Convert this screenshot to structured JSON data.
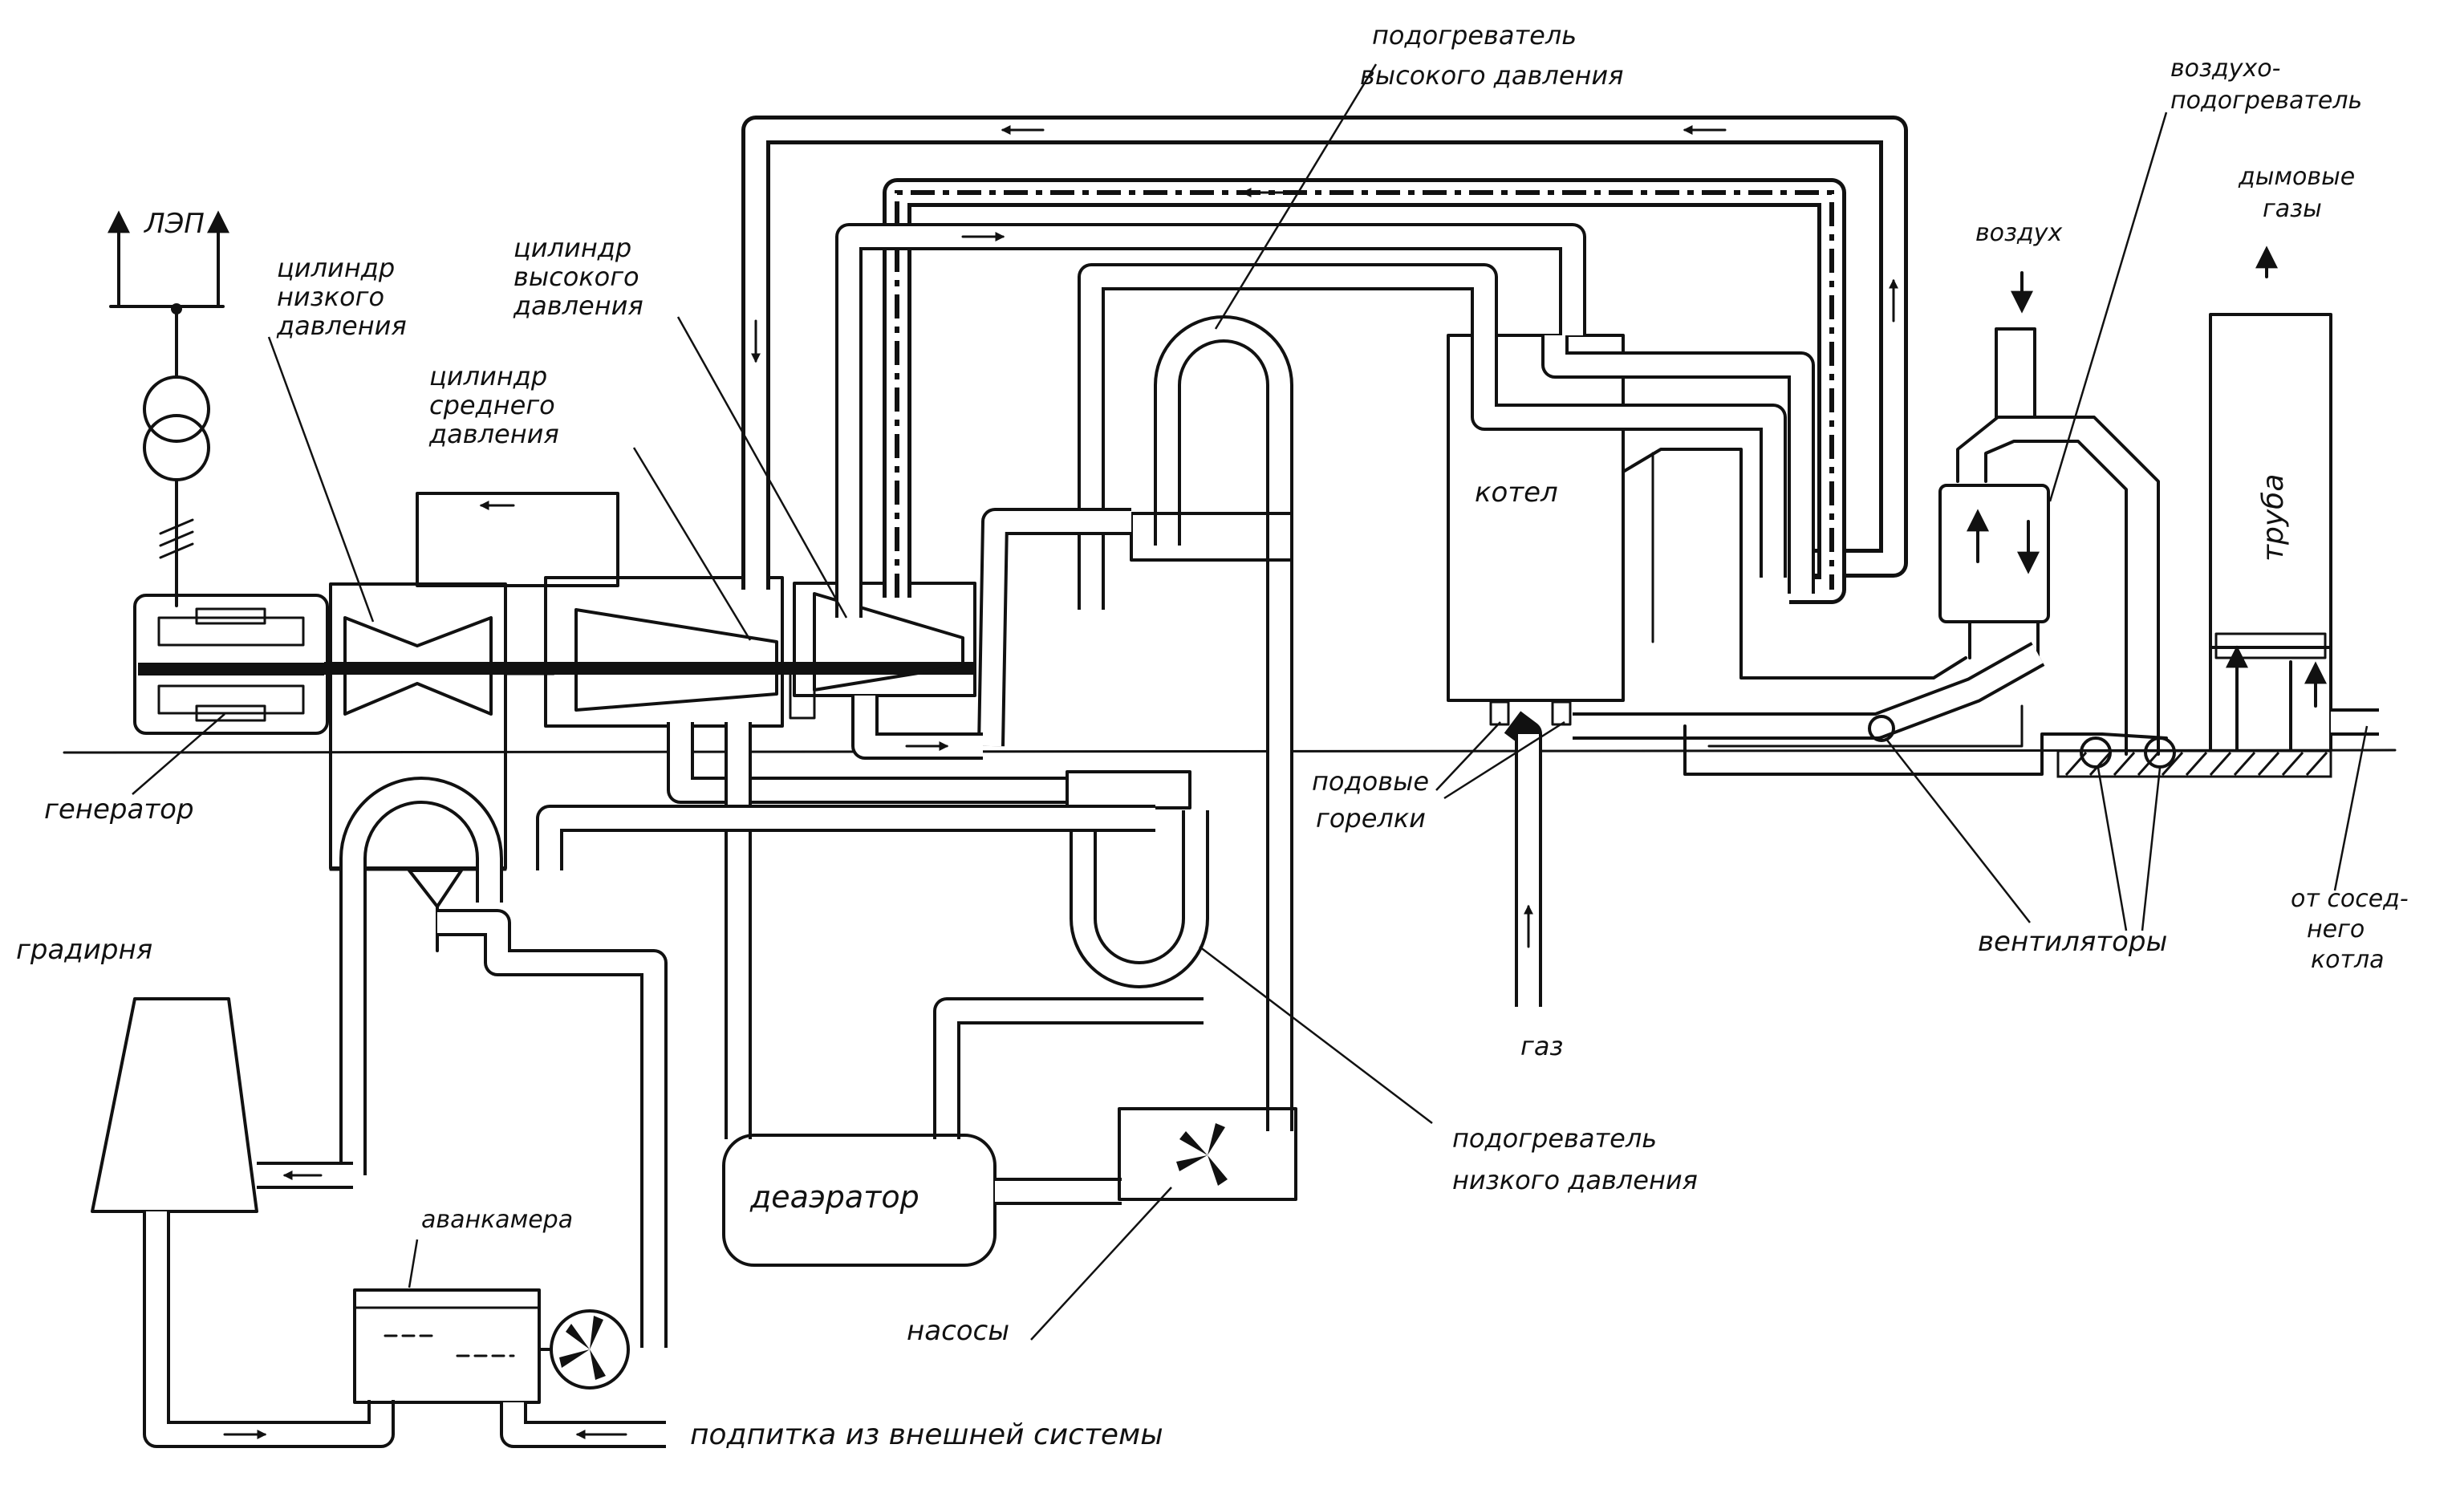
{
  "labels": {
    "power_line": "ЛЭП",
    "lp_cylinder": [
      "цилиндр",
      "низкого",
      "давления"
    ],
    "hp_cylinder": [
      "цилиндр",
      "высокого",
      "давления"
    ],
    "mp_cylinder": [
      "цилиндр",
      "среднего",
      "давления"
    ],
    "hp_heater": [
      "подогреватель",
      "высокого давления"
    ],
    "air_heater": [
      "воздухо-",
      "подогреватель"
    ],
    "air": "воздух",
    "flue_gases": [
      "дымовые",
      "газы"
    ],
    "chimney": "труба",
    "boiler": "котел",
    "burners": [
      "подовые",
      "горелки"
    ],
    "gas": "газ",
    "generator": "генератор",
    "fans": "вентиляторы",
    "neighbor_boiler": [
      "от сосед-",
      "него",
      "котла"
    ],
    "cooling_tower": "градирня",
    "deaerator": "деаэратор",
    "lp_heater": [
      "подогреватель",
      "низкого давления"
    ],
    "forebay": "аванкамера",
    "pumps": "насосы",
    "makeup": "подпитка из внешней системы"
  }
}
